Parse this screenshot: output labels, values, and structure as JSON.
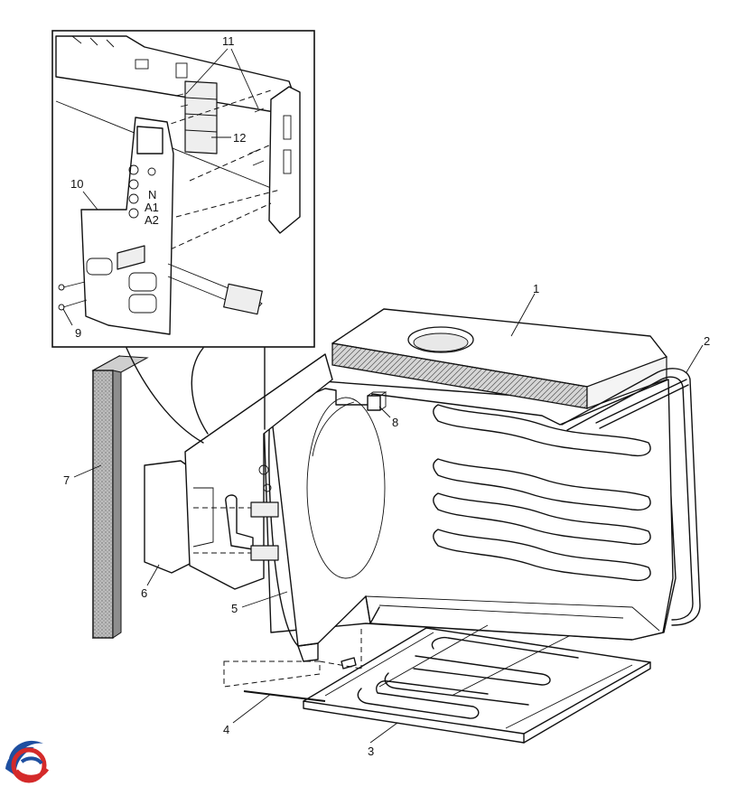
{
  "diagram": {
    "callouts": {
      "c1": "1",
      "c2": "2",
      "c3": "3",
      "c4": "4",
      "c5": "5",
      "c6": "6",
      "c7": "7",
      "c8": "8",
      "c9": "9",
      "c10": "10",
      "c11": "11",
      "c12": "12"
    },
    "panel_labels": {
      "n": "N",
      "a1": "A1",
      "a2": "A2"
    }
  },
  "logo": {
    "icon": "brand-swirl-logo",
    "colors": [
      "#1f4fa0",
      "#d42a2a"
    ]
  }
}
